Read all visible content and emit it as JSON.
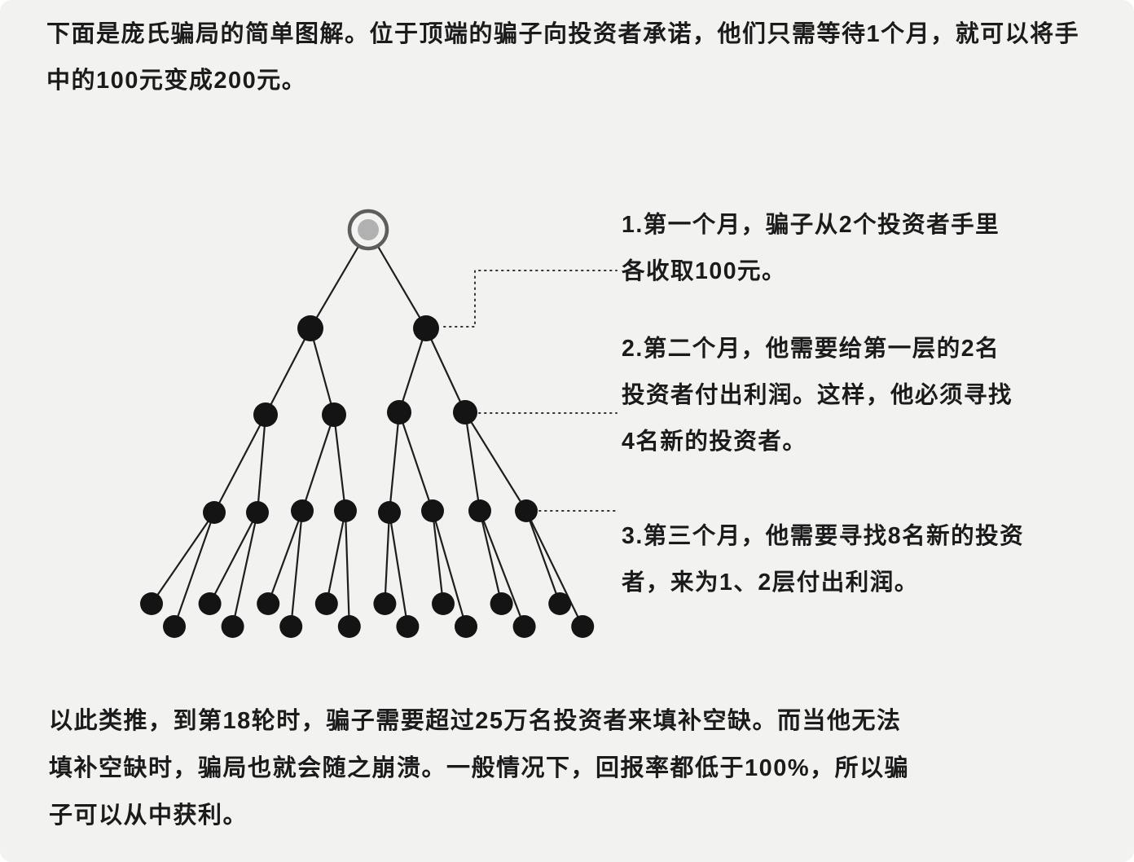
{
  "page": {
    "background": "#f2f2f0",
    "text_color": "#1b1b1b"
  },
  "intro": {
    "text": "下面是庞氏骗局的简单图解。位于顶端的骗子向投资者承诺，他们只需等待1个月，就可以将手中的100元变成200元。"
  },
  "annotations": [
    {
      "id": 1,
      "text": "1.第一个月，骗子从2个投资者手里各收取100元。"
    },
    {
      "id": 2,
      "text": "2.第二个月，他需要给第一层的2名投资者付出利润。这样，他必须寻找4名新的投资者。"
    },
    {
      "id": 3,
      "text": "3.第三个月，他需要寻找8名新的投资者，来为1、2层付出利润。"
    }
  ],
  "footer": {
    "text": "以此类推，到第18轮时，骗子需要超过25万名投资者来填补空缺。而当他无法填补空缺时，骗局也就会随之崩溃。一般情况下，回报率都低于100%，所以骗子可以从中获利。"
  },
  "diagram": {
    "type": "pyramid-tree",
    "levels": [
      1,
      2,
      4,
      8,
      16
    ],
    "node_color": "#141414",
    "edge_color": "#1e1e1e",
    "root_ring_color": "#5e5e5e",
    "root_fill": "#b1b1b1",
    "connector_style": "dotted"
  }
}
